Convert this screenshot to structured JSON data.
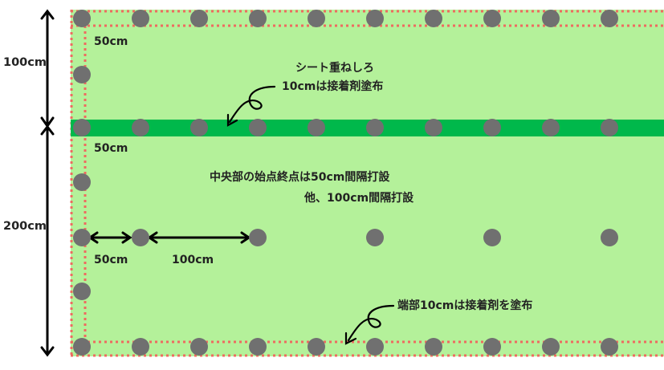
{
  "labels": {
    "dim_100": "100cm",
    "dim_200": "200cm",
    "top_50": "50cm",
    "mid_50": "50cm",
    "bottom_50": "50cm",
    "bottom_100": "100cm",
    "overlap_line1": "シート重ねしろ",
    "overlap_line2": "10cmは接着剤塗布",
    "center_line1": "中央部の始点終点は50cm間隔打設",
    "center_line2": "他、100cm間隔打設",
    "edge_note": "端部10cmは接着剤を塗布"
  },
  "colors": {
    "sheet_fill": "#b4f19a",
    "overlap_band": "#00b84b",
    "dashed_edge": "#ee6b60",
    "peg": "#707070",
    "arrow": "#000000",
    "text": "#222222"
  },
  "pegs": {
    "top_row_count": 10,
    "band_row_count": 10,
    "middle_row_count": 6,
    "bottom_row_count": 10,
    "left_column_extra": 3
  }
}
